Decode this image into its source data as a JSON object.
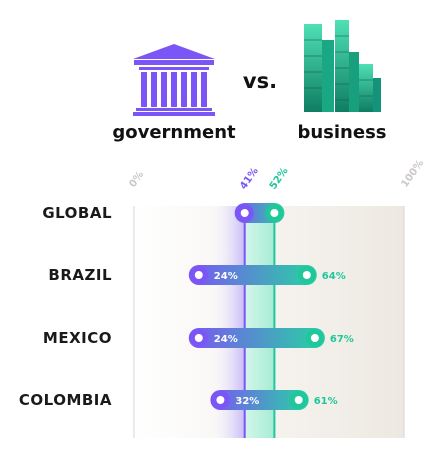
{
  "header": {
    "left_label": "government",
    "vs_label": "vs.",
    "right_label": "business"
  },
  "colors": {
    "government": "#7b55f5",
    "business": "#1fc79a"
  },
  "chart_data": {
    "type": "dumbbell",
    "xlim": [
      0,
      100
    ],
    "axis_labels": [
      "0%",
      "100%"
    ],
    "reference_lines": [
      {
        "label": "41%",
        "value": 41
      },
      {
        "label": "52%",
        "value": 52
      }
    ],
    "series": [
      {
        "name": "government",
        "values": [
          41,
          24,
          24,
          32
        ]
      },
      {
        "name": "business",
        "values": [
          52,
          64,
          67,
          61
        ]
      }
    ],
    "categories": [
      "GLOBAL",
      "BRAZIL",
      "MEXICO",
      "COLOMBIA"
    ],
    "value_labels": {
      "government": [
        "",
        "24%",
        "24%",
        "32%"
      ],
      "business": [
        "",
        "64%",
        "67%",
        "61%"
      ]
    }
  }
}
